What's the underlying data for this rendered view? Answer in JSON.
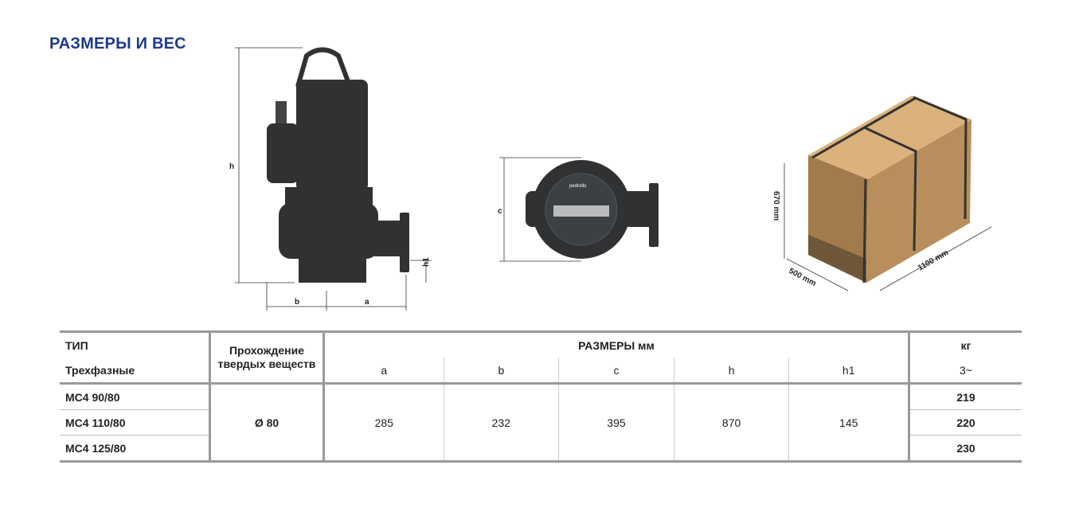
{
  "title": "РАЗМЕРЫ И ВЕС",
  "drawing_labels": {
    "h": "h",
    "b": "b",
    "a": "a",
    "h1": "h1",
    "c": "c",
    "logo": "pedrollo"
  },
  "package": {
    "height": "670 mm",
    "width": "500 mm",
    "length": "1100 mm"
  },
  "table": {
    "type_header": "ТИП",
    "type_sub": "Трехфазные",
    "solids_header": "Прохождение твердых веществ",
    "dims_header": "РАЗМЕРЫ мм",
    "dims_cols": [
      "a",
      "b",
      "c",
      "h",
      "h1"
    ],
    "weight_header": "кг",
    "weight_sub": "3~",
    "solids_value": "Ø 80",
    "dims_values": [
      "285",
      "232",
      "395",
      "870",
      "145"
    ],
    "rows": [
      {
        "model": "MC4  90/80",
        "weight": "219"
      },
      {
        "model": "MC4  110/80",
        "weight": "220"
      },
      {
        "model": "MC4  125/80",
        "weight": "230"
      }
    ]
  },
  "colors": {
    "title": "#1d3a8c",
    "pump": "#2f3133",
    "box": "#c49a66"
  }
}
